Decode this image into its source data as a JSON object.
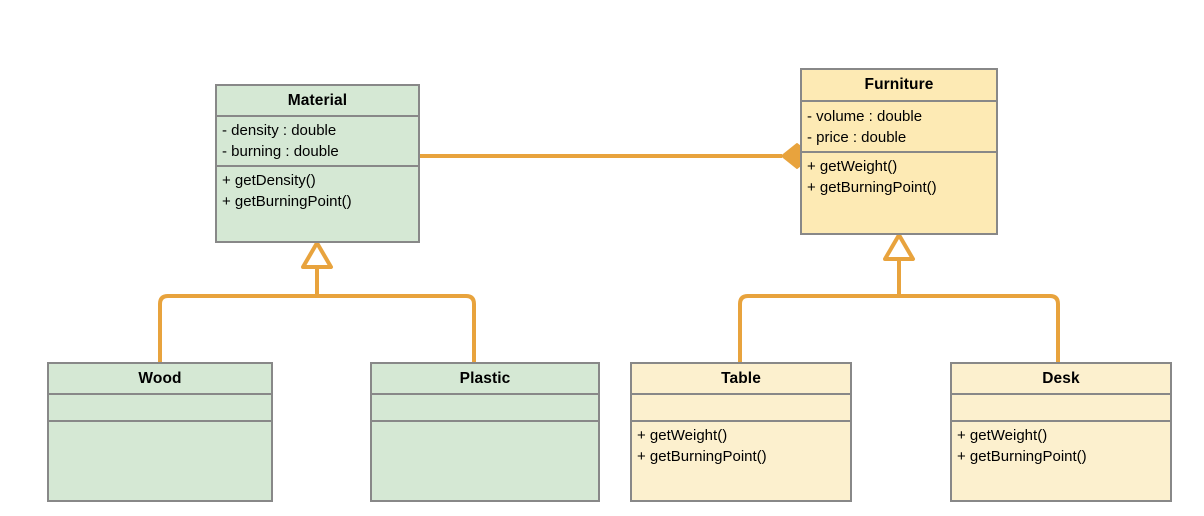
{
  "diagram": {
    "type": "uml-class-diagram",
    "background": "#ffffff",
    "colors": {
      "material_fill": "#d5e8d4",
      "furniture_fill": "#fdeab4",
      "subclass_yellow_fill": "#fcf0ce",
      "border": "#888888",
      "edge": "#e8a33d",
      "text": "#000000"
    }
  },
  "classes": [
    {
      "id": "material",
      "name": "Material",
      "attributes": [
        "- density : double",
        "- burning : double"
      ],
      "operations": [
        "+ getDensity()",
        "+ getBurningPoint()"
      ]
    },
    {
      "id": "furniture",
      "name": "Furniture",
      "attributes": [
        "- volume : double",
        "- price : double"
      ],
      "operations": [
        "+ getWeight()",
        "+ getBurningPoint()"
      ]
    },
    {
      "id": "wood",
      "name": "Wood",
      "attributes": [],
      "operations": []
    },
    {
      "id": "plastic",
      "name": "Plastic",
      "attributes": [],
      "operations": []
    },
    {
      "id": "table",
      "name": "Table",
      "attributes": [],
      "operations": [
        "+ getWeight()",
        "+ getBurningPoint()"
      ]
    },
    {
      "id": "desk",
      "name": "Desk",
      "attributes": [],
      "operations": [
        "+ getWeight()",
        "+ getBurningPoint()"
      ]
    }
  ],
  "relationships": [
    {
      "id": "material-furniture",
      "kind": "composition",
      "from": "Material",
      "to": "Furniture",
      "marker": "filled-diamond"
    },
    {
      "id": "wood-material",
      "kind": "generalization",
      "from": "Wood",
      "to": "Material",
      "marker": "hollow-triangle"
    },
    {
      "id": "plastic-material",
      "kind": "generalization",
      "from": "Plastic",
      "to": "Material",
      "marker": "hollow-triangle"
    },
    {
      "id": "table-furniture",
      "kind": "generalization",
      "from": "Table",
      "to": "Furniture",
      "marker": "hollow-triangle"
    },
    {
      "id": "desk-furniture",
      "kind": "generalization",
      "from": "Desk",
      "to": "Furniture",
      "marker": "hollow-triangle"
    }
  ]
}
